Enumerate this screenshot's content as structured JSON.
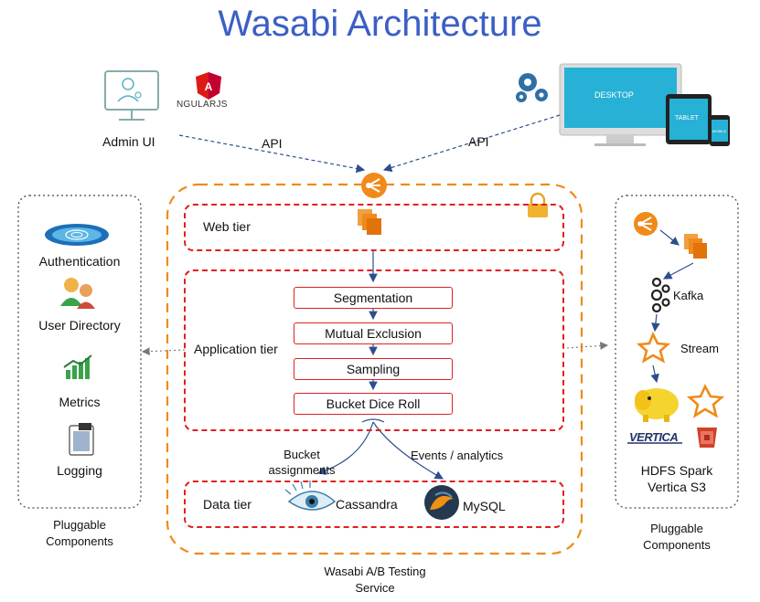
{
  "title": "Wasabi Architecture",
  "top": {
    "admin_ui": "Admin UI",
    "angular_logo": "NGULARJS",
    "api_left": "API",
    "api_right": "API",
    "desktop": "DESKTOP",
    "tablet": "TABLET",
    "mobile": "MOBILE"
  },
  "left_panel": {
    "items": [
      {
        "label": "Authentication",
        "icon": "fingerprint-icon"
      },
      {
        "label": "User Directory",
        "icon": "users-icon"
      },
      {
        "label": "Metrics",
        "icon": "bar-chart-icon"
      },
      {
        "label": "Logging",
        "icon": "log-file-icon"
      }
    ],
    "footer": [
      "Pluggable",
      "Components"
    ]
  },
  "center": {
    "web_tier": "Web tier",
    "application_tier": "Application tier",
    "steps": [
      "Segmentation",
      "Mutual Exclusion",
      "Sampling",
      "Bucket Dice Roll"
    ],
    "bucket_assignments": [
      "Bucket",
      "assignments"
    ],
    "events_analytics": "Events / analytics",
    "data_tier": "Data tier",
    "cassandra": "Cassandra",
    "mysql": "MySQL",
    "footer": [
      "Wasabi A/B Testing",
      "Service"
    ]
  },
  "right_panel": {
    "kafka": "Kafka",
    "stream": "Stream",
    "vertica": "VERTICA",
    "storage": [
      "HDFS Spark",
      "Vertica S3"
    ],
    "footer": [
      "Pluggable",
      "Components"
    ]
  },
  "colors": {
    "title": "#3b5fc4",
    "orange": "#f08a1a",
    "red_dashed": "#e02020",
    "arrow_blue": "#2c4f8c"
  }
}
